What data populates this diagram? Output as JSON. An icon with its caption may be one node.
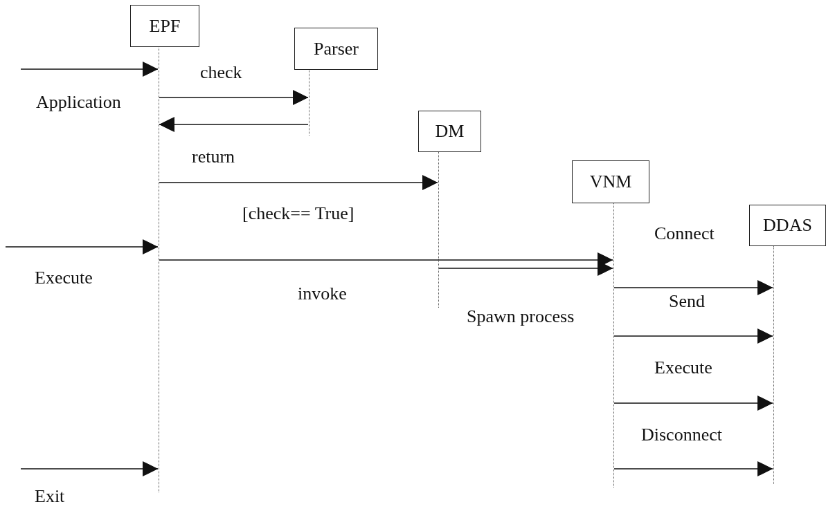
{
  "diagram": {
    "nodes": [
      {
        "text": [
          "EPF"
        ]
      },
      {
        "text": [
          "Parser"
        ]
      },
      {
        "text": [
          "DM"
        ]
      },
      {
        "text": [
          "VNM"
        ]
      },
      {
        "text": [
          "DDAS"
        ]
      },
      {
        "text": [],
        "shape": "line"
      },
      {
        "text": [],
        "shape": "line"
      },
      {
        "text": [],
        "shape": "line"
      },
      {
        "text": [],
        "shape": "line"
      },
      {
        "text": [],
        "shape": "line"
      }
    ],
    "edges": [
      {
        "from": null,
        "to": 5,
        "arrow": "to"
      },
      {
        "from": 5,
        "to": 6,
        "arrow": "to"
      },
      {
        "from": 6,
        "to": 5,
        "arrow": "to"
      },
      {
        "from": 5,
        "to": 7,
        "arrow": "to"
      },
      {
        "from": null,
        "to": 5,
        "arrow": "to"
      },
      {
        "from": 5,
        "to": 8,
        "arrow": "to"
      },
      {
        "from": 8,
        "to": 9,
        "arrow": "to"
      },
      {
        "from": 7,
        "to": 8,
        "arrow": "to"
      },
      {
        "from": 8,
        "to": 9,
        "arrow": "to"
      },
      {
        "from": 8,
        "to": 9,
        "arrow": "to"
      },
      {
        "from": 8,
        "to": 9,
        "arrow": "to"
      },
      {
        "from": null,
        "to": 5,
        "arrow": "to"
      }
    ],
    "labels": [
      "check",
      "Application",
      "return",
      "[check== True]",
      "Execute",
      "invoke",
      "Connect",
      "Spawn process",
      "Send",
      "Execute",
      "Disconnect",
      "Exit"
    ]
  }
}
